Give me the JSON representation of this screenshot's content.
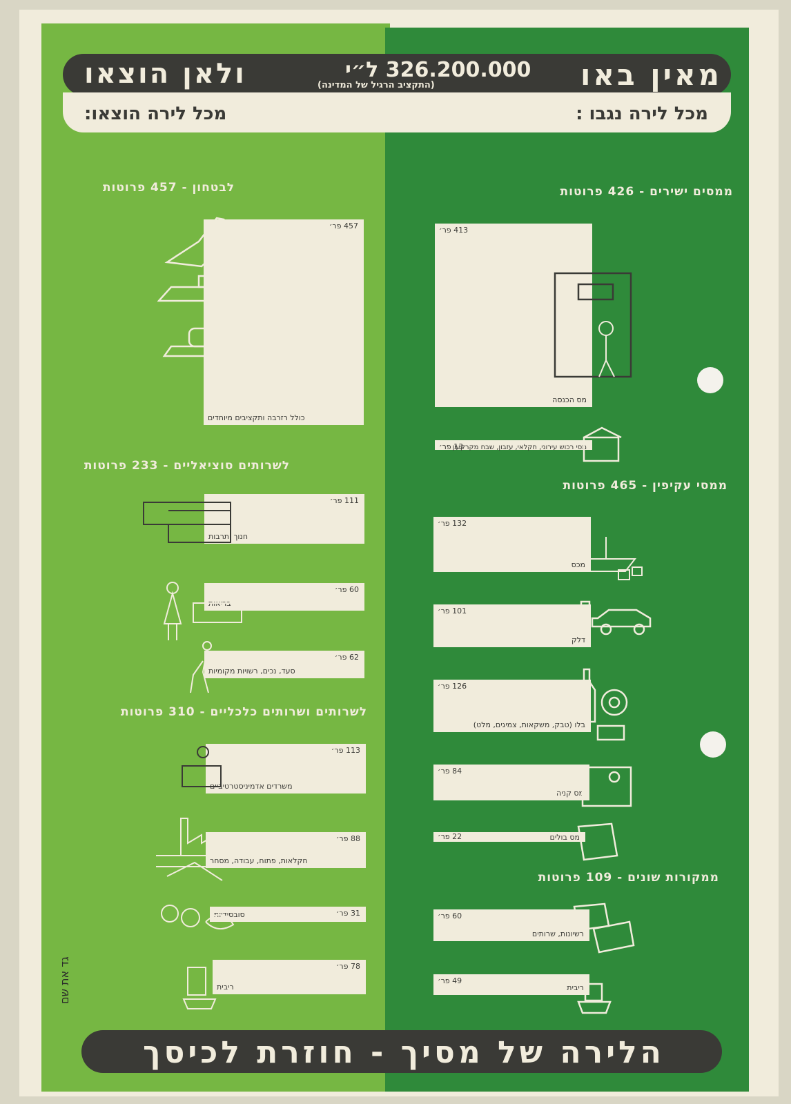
{
  "header": {
    "income_title": "מאין באו",
    "expense_title": "ולאן הוצאו",
    "total": "326.200.000 ל״י",
    "total_note": "(התקציב הרגיל של המדינה)",
    "income_sub": "מכל לירה נגבו :",
    "expense_sub": "מכל לירה הוצאו:"
  },
  "footer": {
    "slogan": "הלירה של מסיך - חוזרת לכיסך"
  },
  "signature": "גד את שם",
  "expenses": {
    "security": {
      "title": "לבטחון - 457 פרוטות",
      "items": [
        {
          "value": "457 פר׳",
          "caption": "כולל רזרבה ותקציבים מיוחדים"
        }
      ]
    },
    "social": {
      "title": "לשרותים סוציאליים - 233 פרוטות",
      "items": [
        {
          "value": "111 פר׳",
          "caption": "חנוך ותרבות"
        },
        {
          "value": "60 פר׳",
          "caption": "בריאות"
        },
        {
          "value": "62 פר׳",
          "caption": "סעד, נכים, רשויות מקומיות"
        }
      ]
    },
    "services": {
      "title": "לשרותים ושרותים כלכליים - 310 פרוטות",
      "items": [
        {
          "value": "113 פר׳",
          "caption": "משרדים אדמיניסטרטיביים"
        },
        {
          "value": "88 פר׳",
          "caption": "חקלאות, פתוח, עבודה, מסחר"
        },
        {
          "value": "31 פר׳",
          "caption": "סובסידיות"
        },
        {
          "value": "78 פר׳",
          "caption": "ריבית"
        }
      ]
    }
  },
  "income": {
    "direct": {
      "title": "ממסים ישירים - 426 פרוטות",
      "items": [
        {
          "value": "413 פר׳",
          "caption": "מס הכנסה"
        },
        {
          "value": "13 פר׳",
          "caption": "מסי רכוש עירוני, חקלאי, עזבון, שבח מקרקעין"
        }
      ]
    },
    "indirect": {
      "title": "ממסי עקיפין - 465 פרוטות",
      "items": [
        {
          "value": "132 פר׳",
          "caption": "מכס"
        },
        {
          "value": "101 פר׳",
          "caption": "דלק"
        },
        {
          "value": "126 פר׳",
          "caption": "בלו (טבק, משקאות, צמיגים, מלט)"
        },
        {
          "value": "84 פר׳",
          "caption": "מס קניה"
        },
        {
          "value": "22 פר׳",
          "caption": "מס בולים"
        }
      ]
    },
    "other": {
      "title": "ממקורות שונים - 109 פרוטות",
      "items": [
        {
          "value": "60 פר׳",
          "caption": "רשיונות, שרותים"
        },
        {
          "value": "49 פר׳",
          "caption": "ריבית"
        }
      ]
    }
  },
  "colors": {
    "left_panel": "#76b743",
    "right_panel": "#2f8a3a",
    "paper": "#f1ecdc",
    "bars": "#3a3a36"
  }
}
